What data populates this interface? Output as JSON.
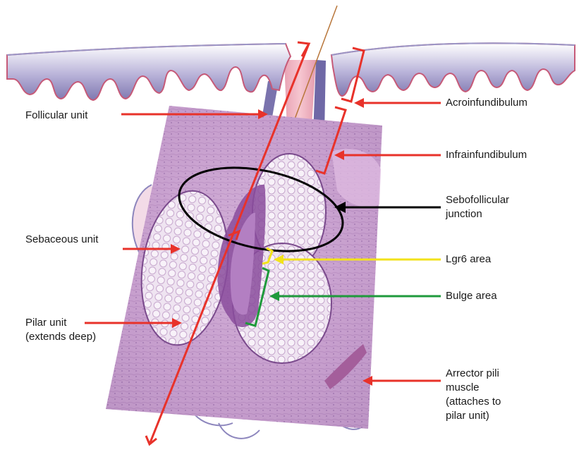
{
  "labels": {
    "follicular_unit": "Follicular unit",
    "acroinfundibulum": "Acroinfundibulum",
    "infrainfundibulum": "Infrainfundibulum",
    "sebofollicular_junction": [
      "Sebofollicular",
      "junction"
    ],
    "sebaceous_unit": "Sebaceous unit",
    "lgr6_area": "Lgr6 area",
    "bulge_area": "Bulge area",
    "pilar_unit": [
      "Pilar unit",
      "(extends deep)"
    ],
    "arrector_pili_muscle": [
      "Arrector pili",
      "muscle",
      "(attaches to",
      "pilar unit)"
    ]
  },
  "colors": {
    "red_marker": "#e8322a",
    "yellow_marker": "#f2e21a",
    "green_marker": "#1f9a3c",
    "black_marker": "#000000",
    "epidermis_purple": "#8a83b8",
    "follicle_pink": "#f2b6c2",
    "tissue_lilac": "#c9a6cf"
  }
}
